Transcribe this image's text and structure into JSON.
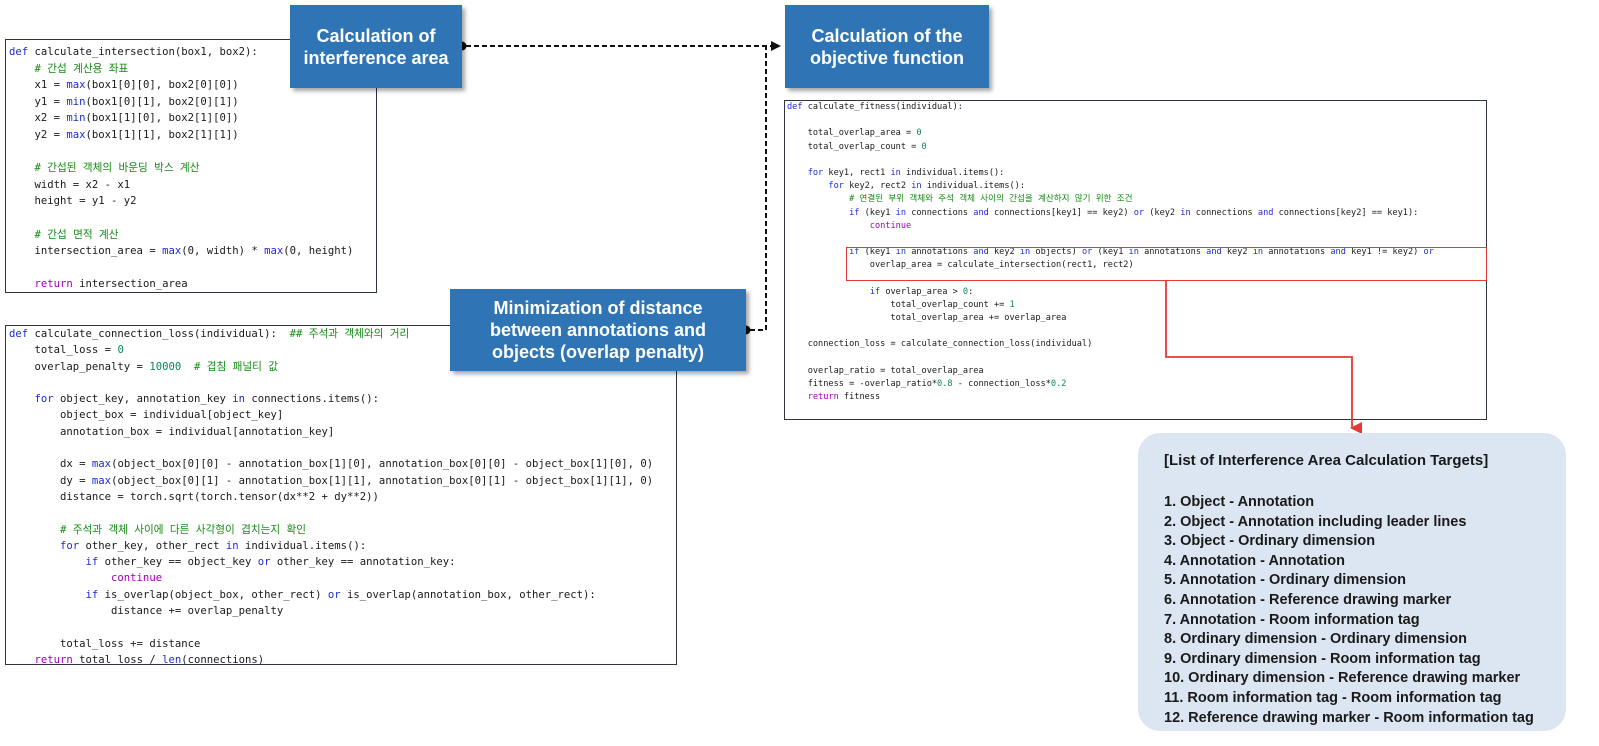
{
  "titles": {
    "intersection": "Calculation of interference area",
    "objective": "Calculation of the objective function",
    "minimization": "Minimization of distance between annotations and objects (overlap penalty)"
  },
  "code_intersection": [
    [
      [
        "def ",
        "kw"
      ],
      [
        "calculate_intersection(box1, box2):",
        "fn"
      ]
    ],
    [
      [
        "    # 간섭 계산용 좌표",
        "cm"
      ]
    ],
    [
      [
        "    x1 = ",
        "fn"
      ],
      [
        "max",
        "kw"
      ],
      [
        "(box1[0][0], box2[0][0])",
        "fn"
      ]
    ],
    [
      [
        "    y1 = ",
        "fn"
      ],
      [
        "min",
        "kw"
      ],
      [
        "(box1[0][1], box2[0][1])",
        "fn"
      ]
    ],
    [
      [
        "    x2 = ",
        "fn"
      ],
      [
        "min",
        "kw"
      ],
      [
        "(box1[1][0], box2[1][0])",
        "fn"
      ]
    ],
    [
      [
        "    y2 = ",
        "fn"
      ],
      [
        "max",
        "kw"
      ],
      [
        "(box1[1][1], box2[1][1])",
        "fn"
      ]
    ],
    [],
    [
      [
        "    # 간섭된 객체의 바운딩 박스 계산",
        "cm"
      ]
    ],
    [
      [
        "    width = x2 - x1",
        "fn"
      ]
    ],
    [
      [
        "    height = y1 - y2",
        "fn"
      ]
    ],
    [],
    [
      [
        "    # 간섭 면적 계산",
        "cm"
      ]
    ],
    [
      [
        "    intersection_area = ",
        "fn"
      ],
      [
        "max",
        "kw"
      ],
      [
        "(0, width) * ",
        "fn"
      ],
      [
        "max",
        "kw"
      ],
      [
        "(0, height)",
        "fn"
      ]
    ],
    [],
    [
      [
        "    return ",
        "ct"
      ],
      [
        "intersection_area",
        "fn"
      ]
    ]
  ],
  "code_connection": [
    [
      [
        "def ",
        "kw"
      ],
      [
        "calculate_connection_loss(individual):  ",
        "fn"
      ],
      [
        "## 주석과 객체와의 거리",
        "cm"
      ]
    ],
    [
      [
        "    total_loss = ",
        "fn"
      ],
      [
        "0",
        "num"
      ]
    ],
    [
      [
        "    overlap_penalty = ",
        "fn"
      ],
      [
        "10000",
        "num"
      ],
      [
        "  # 겹침 패널티 값",
        "cm"
      ]
    ],
    [],
    [
      [
        "    for ",
        "kw"
      ],
      [
        "object_key, annotation_key ",
        "fn"
      ],
      [
        "in ",
        "kw"
      ],
      [
        "connections.items():",
        "fn"
      ]
    ],
    [
      [
        "        object_box = individual[object_key]",
        "fn"
      ]
    ],
    [
      [
        "        annotation_box = individual[annotation_key]",
        "fn"
      ]
    ],
    [],
    [
      [
        "        dx = ",
        "fn"
      ],
      [
        "max",
        "kw"
      ],
      [
        "(object_box[0][0] - annotation_box[1][0], annotation_box[0][0] - object_box[1][0], 0)",
        "fn"
      ]
    ],
    [
      [
        "        dy = ",
        "fn"
      ],
      [
        "max",
        "kw"
      ],
      [
        "(object_box[0][1] - annotation_box[1][1], annotation_box[0][1] - object_box[1][1], 0)",
        "fn"
      ]
    ],
    [
      [
        "        distance = torch.sqrt(torch.tensor(dx**2 + dy**2))",
        "fn"
      ]
    ],
    [],
    [
      [
        "        # 주석과 객체 사이에 다른 사각형이 겹치는지 확인",
        "cm"
      ]
    ],
    [
      [
        "        for ",
        "kw"
      ],
      [
        "other_key, other_rect ",
        "fn"
      ],
      [
        "in ",
        "kw"
      ],
      [
        "individual.items():",
        "fn"
      ]
    ],
    [
      [
        "            if ",
        "kw"
      ],
      [
        "other_key == object_key ",
        "fn"
      ],
      [
        "or ",
        "kw"
      ],
      [
        "other_key == annotation_key:",
        "fn"
      ]
    ],
    [
      [
        "                continue",
        "ct"
      ]
    ],
    [
      [
        "            if ",
        "kw"
      ],
      [
        "is_overlap(object_box, other_rect) ",
        "fn"
      ],
      [
        "or ",
        "kw"
      ],
      [
        "is_overlap(annotation_box, other_rect):",
        "fn"
      ]
    ],
    [
      [
        "                distance += overlap_penalty",
        "fn"
      ]
    ],
    [],
    [
      [
        "        total_loss += distance",
        "fn"
      ]
    ],
    [
      [
        "    return ",
        "ct"
      ],
      [
        "total_loss / ",
        "fn"
      ],
      [
        "len",
        "kw"
      ],
      [
        "(connections)",
        "fn"
      ]
    ]
  ],
  "code_fitness": [
    [
      [
        "def ",
        "kw"
      ],
      [
        "calculate_fitness(individual):",
        "fn"
      ]
    ],
    [],
    [
      [
        "    total_overlap_area = ",
        "fn"
      ],
      [
        "0",
        "num"
      ]
    ],
    [
      [
        "    total_overlap_count = ",
        "fn"
      ],
      [
        "0",
        "num"
      ]
    ],
    [],
    [
      [
        "    for ",
        "kw"
      ],
      [
        "key1, rect1 ",
        "fn"
      ],
      [
        "in ",
        "kw"
      ],
      [
        "individual.items():",
        "fn"
      ]
    ],
    [
      [
        "        for ",
        "kw"
      ],
      [
        "key2, rect2 ",
        "fn"
      ],
      [
        "in ",
        "kw"
      ],
      [
        "individual.items():",
        "fn"
      ]
    ],
    [
      [
        "            # 연결된 부위 객체와 주석 객체 사이의 간섭을 계산하지 않기 위한 조건",
        "cm"
      ]
    ],
    [
      [
        "            if ",
        "kw"
      ],
      [
        "(key1 ",
        "fn"
      ],
      [
        "in ",
        "kw"
      ],
      [
        "connections ",
        "fn"
      ],
      [
        "and ",
        "kw"
      ],
      [
        "connections[key1] == key2) ",
        "fn"
      ],
      [
        "or ",
        "kw"
      ],
      [
        "(key2 ",
        "fn"
      ],
      [
        "in ",
        "kw"
      ],
      [
        "connections ",
        "fn"
      ],
      [
        "and ",
        "kw"
      ],
      [
        "connections[key2] == key1):",
        "fn"
      ]
    ],
    [
      [
        "                continue",
        "ct"
      ]
    ],
    [],
    [
      [
        "            if ",
        "kw"
      ],
      [
        "(key1 ",
        "fn"
      ],
      [
        "in ",
        "kw"
      ],
      [
        "annotations ",
        "fn"
      ],
      [
        "and ",
        "kw"
      ],
      [
        "key2 ",
        "fn"
      ],
      [
        "in ",
        "kw"
      ],
      [
        "objects) ",
        "fn"
      ],
      [
        "or ",
        "kw"
      ],
      [
        "(key1 ",
        "fn"
      ],
      [
        "in ",
        "kw"
      ],
      [
        "annotations ",
        "fn"
      ],
      [
        "and ",
        "kw"
      ],
      [
        "key2 ",
        "fn"
      ],
      [
        "in ",
        "kw"
      ],
      [
        "annotations ",
        "fn"
      ],
      [
        "and ",
        "kw"
      ],
      [
        "key1 != key2) ",
        "fn"
      ],
      [
        "or",
        "kw"
      ]
    ],
    [
      [
        "                overlap_area = calculate_intersection(rect1, rect2)",
        "fn"
      ]
    ],
    [],
    [
      [
        "                if ",
        "kw"
      ],
      [
        "overlap_area > ",
        "fn"
      ],
      [
        "0",
        "num"
      ],
      [
        ":",
        "fn"
      ]
    ],
    [
      [
        "                    total_overlap_count += ",
        "fn"
      ],
      [
        "1",
        "num"
      ]
    ],
    [
      [
        "                    total_overlap_area += overlap_area",
        "fn"
      ]
    ],
    [],
    [
      [
        "    connection_loss = calculate_connection_loss(individual)",
        "fn"
      ]
    ],
    [],
    [
      [
        "    overlap_ratio = total_overlap_area",
        "fn"
      ]
    ],
    [
      [
        "    fitness = -overlap_ratio*",
        "fn"
      ],
      [
        "0.8",
        "num"
      ],
      [
        " - connection_loss*",
        "fn"
      ],
      [
        "0.2",
        "num"
      ]
    ],
    [
      [
        "    return ",
        "ct"
      ],
      [
        "fitness",
        "fn"
      ]
    ]
  ],
  "targets": {
    "title": "[List of Interference Area Calculation Targets]",
    "items": [
      "1. Object - Annotation",
      "2. Object - Annotation including leader lines",
      "3. Object - Ordinary dimension",
      "4. Annotation - Annotation",
      "5. Annotation - Ordinary dimension",
      "6. Annotation - Reference drawing marker",
      "7. Annotation - Room information tag",
      "8. Ordinary dimension - Ordinary dimension",
      "9. Ordinary dimension - Room information tag",
      "10. Ordinary dimension - Reference drawing marker",
      "11. Room information tag - Room information tag",
      "12. Reference drawing marker - Room information tag"
    ]
  },
  "colors": {
    "title_box": "#2f75b5",
    "highlight": "#e53935",
    "list_panel": "#dce6f2",
    "keyword": "#1d2bd6",
    "comment": "#168a16",
    "number": "#098658",
    "control": "#a000b8"
  }
}
